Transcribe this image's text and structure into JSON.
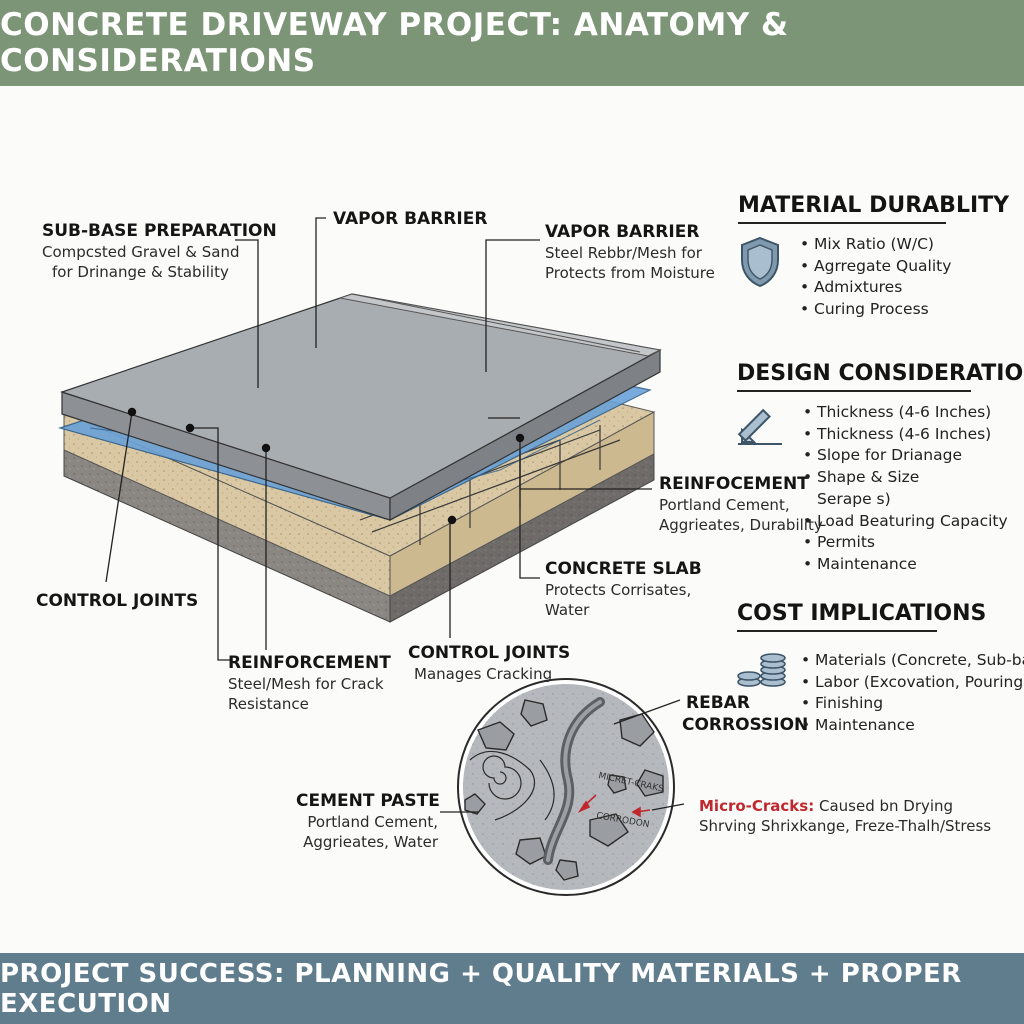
{
  "title": "CONCRETE DRIVEWAY PROJECT: ANATOMY & CONSIDERATIONS",
  "footer": "PROJECT SUCCESS: PLANNING + QUALITY MATERIALS + PROPER EXECUTION",
  "callouts": {
    "subbase": {
      "title": "SUB-BASE PREPARATION",
      "line1": "Compcsted Gravel & Sand",
      "line2": "for Drinange & Stability"
    },
    "vapor1": {
      "title": "VAPOR BARRIER"
    },
    "vapor2": {
      "title": "VAPOR BARRIER",
      "line1": "Steel Rebbr/Mesh for",
      "line2": "Protects from Moisture"
    },
    "reinf_right": {
      "title": "REINFOCEMENT",
      "line1": "Portland Cement,",
      "line2": "Aggrieates, Durability"
    },
    "slab": {
      "title": "CONCRETE SLAB",
      "line1": "Protects Corrisates,",
      "line2": "Water"
    },
    "joints_left": {
      "title": "CONTROL JOINTS"
    },
    "joints_mid": {
      "title": "CONTROL JOINTS",
      "line1": "Manages Cracking"
    },
    "reinf_bottom": {
      "title": "REINFORCEMENT",
      "line1": "Steel/Mesh for Crack",
      "line2": "Resistance"
    },
    "rebar": {
      "line1": "REBAR",
      "line2": "CORROSSION"
    },
    "paste": {
      "title": "CEMENT PASTE",
      "line1": "Portland Cement,",
      "line2": "Aggrieates, Water"
    },
    "micro": {
      "strong": "Micro-Cracks:",
      "rest": " Caused bn Drying",
      "line2": "Shrving Shrixkange, Freze-Thalh/Stress"
    },
    "inset_text1": "MICRET-CRAKS",
    "inset_text2": "CORRODON"
  },
  "sections": {
    "durability": {
      "title": "MATERIAL DURABLITY",
      "icon": "shield-icon",
      "items": [
        "Mix Ratio (W/C)",
        "Agrregate Quality",
        "Admixtures",
        "Curing Process"
      ]
    },
    "design": {
      "title": "DESIGN CONSIDERATIONS",
      "icon": "ruler-triangle-icon",
      "items": [
        "Thickness (4-6 Inches)",
        "Thickness (4-6 Inches)",
        "Slope for Drianage",
        "Shape & Size",
        "Load Beaturing Capacity",
        "Permits",
        "Maintenance"
      ],
      "sub_item": "Serape s)"
    },
    "cost": {
      "title": "COST IMPLICATIONS",
      "icon": "coins-icon",
      "items": [
        "Materials (Concrete, Sub-base)",
        "Labor (Excovation, Pouring)",
        "Finishing",
        "Maintenance"
      ]
    }
  },
  "colors": {
    "header": "#7d9577",
    "footer": "#5f7d8d",
    "slab": "#a8adb2",
    "vapor": "#6aa2d8",
    "sand": "#d9c8a3",
    "gravel": "#8a8682",
    "micro_crack": "#c0282d"
  }
}
